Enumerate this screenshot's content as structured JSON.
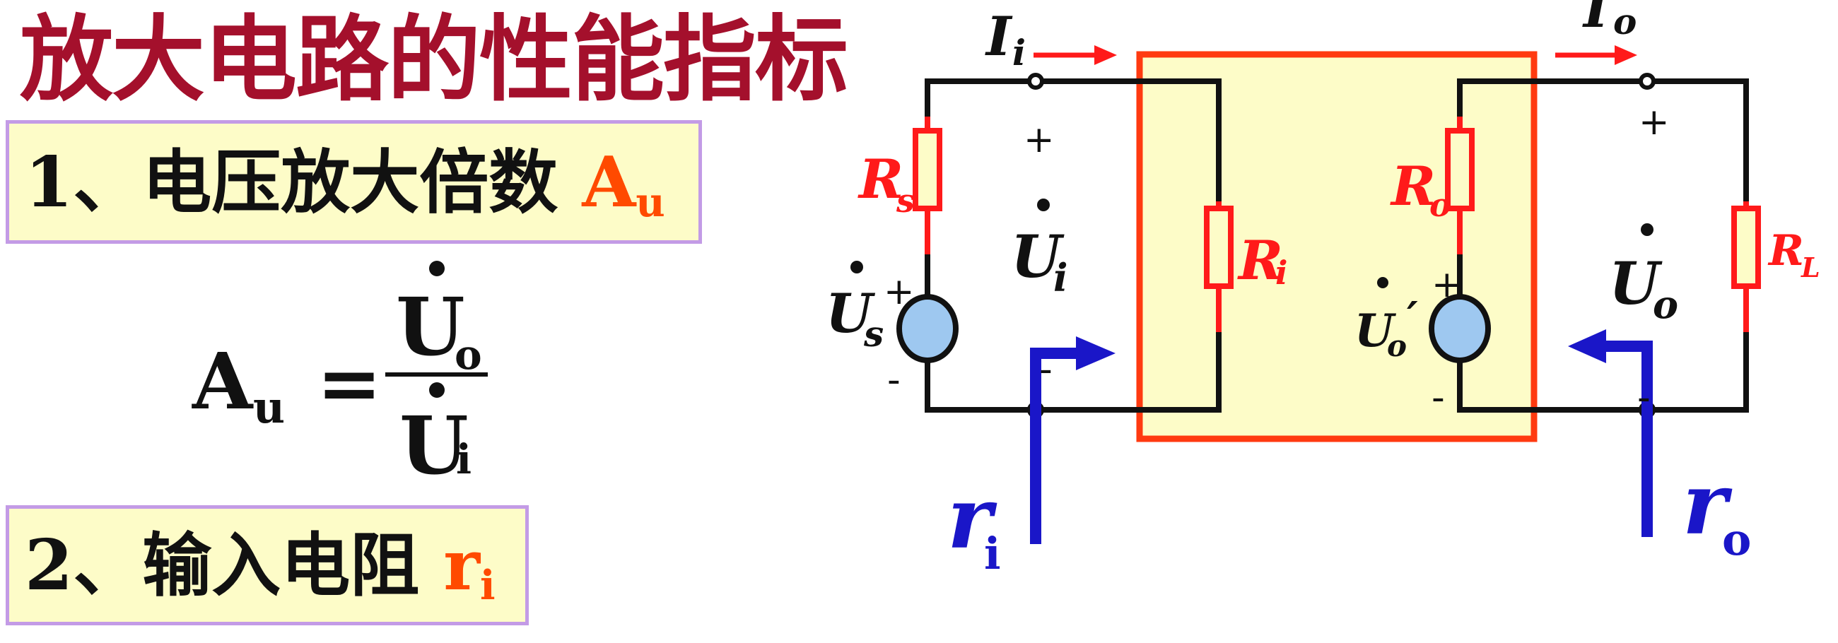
{
  "title": "放大电路的性能指标",
  "items": [
    {
      "text": "1、电压放大倍数 ",
      "symbol": "A",
      "symbol_sub": "u"
    },
    {
      "text": "2、输入电阻 ",
      "symbol": "r",
      "symbol_sub": "i"
    }
  ],
  "formula": {
    "lhs": "A",
    "lhs_sub": "u",
    "eq": "=",
    "num": "U",
    "num_sub": "o",
    "den": "U",
    "den_sub": "i"
  },
  "circuit": {
    "input_current": {
      "main": "I",
      "sub": "i"
    },
    "output_current": {
      "main": "I",
      "sub": "o"
    },
    "source_voltage": {
      "main": "U",
      "sub": "s"
    },
    "input_voltage": {
      "main": "U",
      "sub": "i"
    },
    "open_voltage": {
      "main": "U",
      "sub": "o",
      "prime": "′"
    },
    "output_voltage": {
      "main": "U",
      "sub": "o"
    },
    "rs": {
      "main": "R",
      "sub": "s"
    },
    "ri_res": {
      "main": "R",
      "sub": "i"
    },
    "ro_res": {
      "main": "R",
      "sub": "o"
    },
    "rl": {
      "main": "R",
      "sub": "L"
    },
    "input_resistance": {
      "main": "r",
      "sub": "i"
    },
    "output_resistance": {
      "main": "r",
      "sub": "o"
    },
    "plus": "+",
    "minus": "-"
  },
  "colors": {
    "title": "#a4102c",
    "label": "#ff4a00",
    "wire": "#111111",
    "red": "#ff1a1a",
    "box_fill": "#fdfcc8",
    "box_border": "#c39be6",
    "blue": "#1a16c8",
    "source": "#9ec8f0"
  }
}
